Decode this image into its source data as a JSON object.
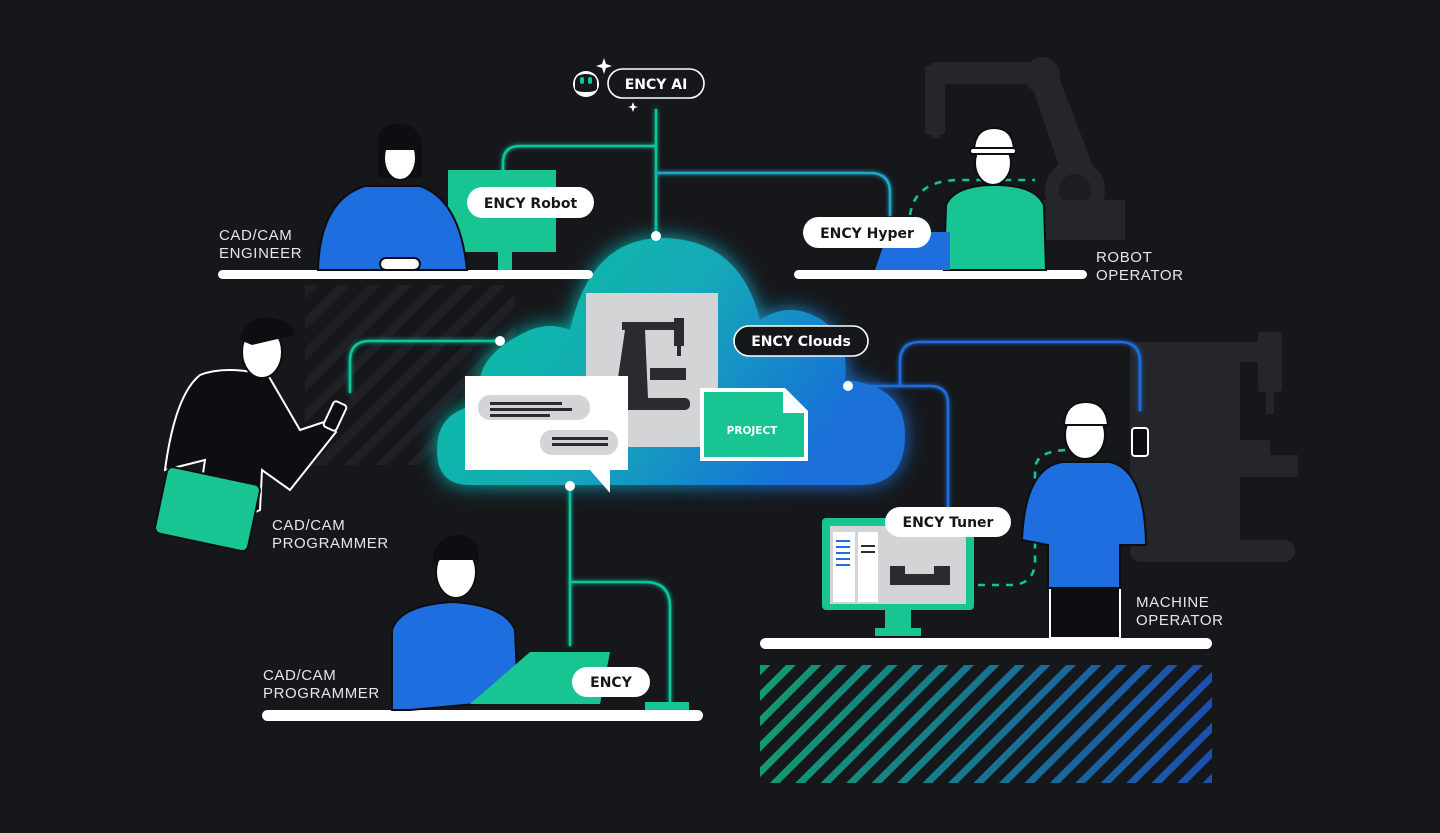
{
  "colors": {
    "background": "#16171b",
    "teal": "#10c59a",
    "green": "#19c493",
    "blue": "#1e6ee0",
    "darkgray": "#2a2b30",
    "white": "#ffffff"
  },
  "nodes": {
    "ai": {
      "label": "ENCY AI",
      "icon": "robot-face-icon"
    },
    "robot": {
      "label": "ENCY Robot"
    },
    "hyper": {
      "label": "ENCY Hyper"
    },
    "clouds": {
      "label": "ENCY Clouds"
    },
    "tuner": {
      "label": "ENCY Tuner"
    },
    "ency": {
      "label": "ENCY"
    },
    "project": {
      "label": "PROJECT",
      "icon": "document-icon"
    }
  },
  "roles": {
    "engineer": [
      "CAD/CAM",
      "ENGINEER"
    ],
    "programmer_left": [
      "CAD/CAM",
      "PROGRAMMER"
    ],
    "programmer_bottom": [
      "CAD/CAM",
      "PROGRAMMER"
    ],
    "robot_operator": [
      "ROBOT",
      "OPERATOR"
    ],
    "machine_operator": [
      "MACHINE",
      "OPERATOR"
    ]
  }
}
